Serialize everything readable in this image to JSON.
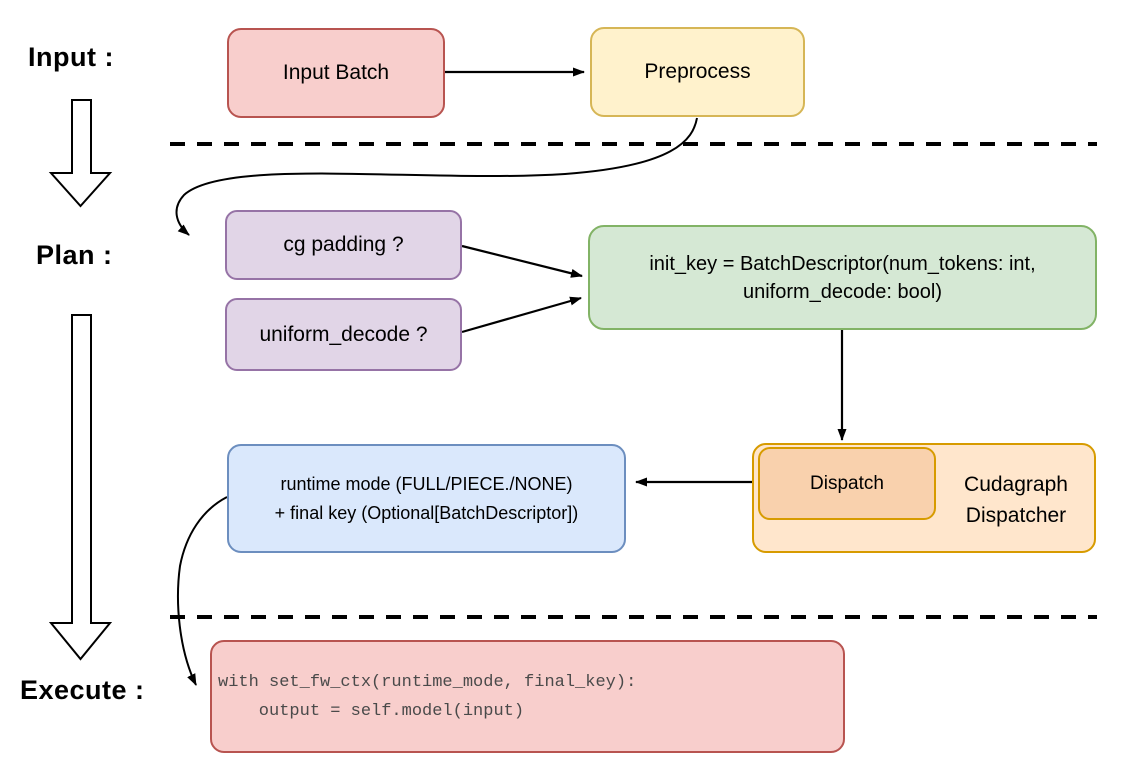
{
  "stage_labels": {
    "input": "Input :",
    "plan": "Plan :",
    "execute": "Execute :"
  },
  "nodes": {
    "input_batch": "Input Batch",
    "preprocess": "Preprocess",
    "cg_padding": "cg padding ?",
    "uniform_decode": "uniform_decode ?",
    "init_key": "init_key = BatchDescriptor(num_tokens: int,\nuniform_decode: bool)",
    "dispatch": "Dispatch",
    "cudagraph_dispatcher": "Cudagraph\nDispatcher",
    "runtime_result": "runtime mode (FULL/PIECE./NONE)\n+ final key (Optional[BatchDescriptor])",
    "execute_code": "with set_fw_ctx(runtime_mode, final_key):\n    output = self.model(input)"
  },
  "palette": {
    "red_fill": "#F8CECC",
    "red_stroke": "#B85450",
    "yellow_fill": "#FFF2CC",
    "yellow_stroke": "#D6B656",
    "purple_fill": "#E1D5E7",
    "purple_stroke": "#9673A6",
    "green_fill": "#D5E8D4",
    "green_stroke": "#82B366",
    "orange_fill": "#FFE6CC",
    "orange_inner_fill": "#F9D1AD",
    "orange_stroke": "#D79B00",
    "blue_fill": "#DAE8FC",
    "blue_stroke": "#6C8EBF",
    "connector": "#000000"
  }
}
